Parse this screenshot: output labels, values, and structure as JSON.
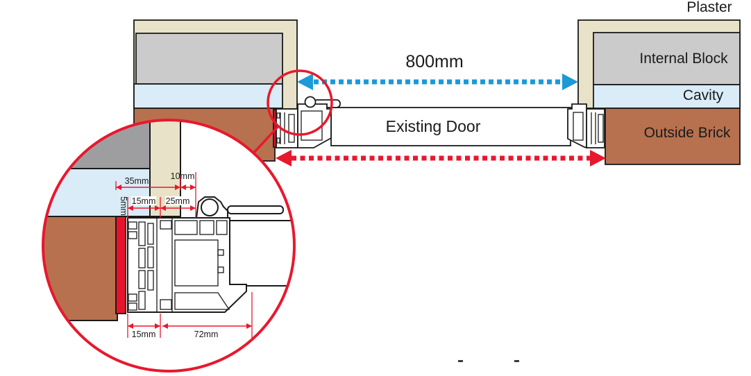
{
  "colors": {
    "plaster": "#E8E3C8",
    "block": "#CBCBCB",
    "block_zoom": "#9E9EA0",
    "cavity": "#D9ECF8",
    "brick": "#B7714F",
    "seal": "#E8132B",
    "red": "#E8182D",
    "blue": "#1B9AD7",
    "outline": "#1A1A1A",
    "panel": "#FFFFFF"
  },
  "labels": {
    "plaster": "Plaster",
    "internal_block": "Internal Block",
    "cavity": "Cavity",
    "outside_brick": "Outside Brick",
    "existing_door": "Existing Door",
    "opening_width": "800mm"
  },
  "detail": {
    "d35": "35mm",
    "d10": "10mm",
    "d15_top": "15mm",
    "d25": "25mm",
    "d5": "5mm",
    "d15_bottom": "15mm",
    "d72": "72mm"
  }
}
